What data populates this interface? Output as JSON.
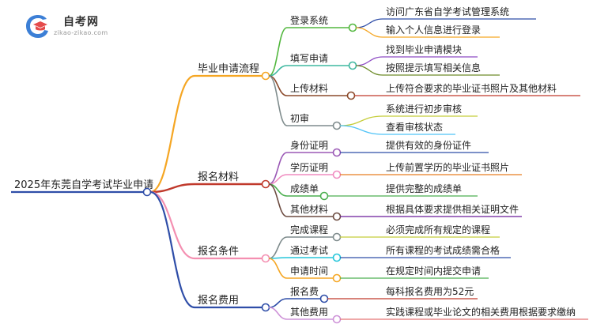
{
  "logo": {
    "title": "自考网",
    "url": "zikao-zikao.com"
  },
  "mindmap": {
    "root": "2025年东莞自学考试毕业申请",
    "branches": [
      {
        "label": "毕业申请流程",
        "color": "#F5A623",
        "children": [
          {
            "label": "登录系统",
            "color": "#52B73E",
            "leaves": [
              {
                "label": "访问广东省自学考试管理系统",
                "color": "#2F4EA8"
              },
              {
                "label": "输入个人信息进行登录",
                "color": "#F5A623"
              }
            ]
          },
          {
            "label": "填写申请",
            "color": "#3FB8A0",
            "leaves": [
              {
                "label": "找到毕业申请模块",
                "color": "#8E4CC4"
              },
              {
                "label": "按照提示填写相关信息",
                "color": "#6E8C2A"
              }
            ]
          },
          {
            "label": "上传材料",
            "color": "#8B4A2B",
            "leaves": [
              {
                "label": "上传符合要求的毕业证书照片及其他材料",
                "color": "#C0392B"
              }
            ]
          },
          {
            "label": "初审",
            "color": "#7F8C8D",
            "leaves": [
              {
                "label": "系统进行初步审核",
                "color": "#C5CD3A"
              },
              {
                "label": "查看审核状态",
                "color": "#4FC3F7"
              }
            ]
          }
        ]
      },
      {
        "label": "报名材料",
        "color": "#C0392B",
        "children": [
          {
            "label": "身份证明",
            "color": "#9B59B6",
            "leaves": [
              {
                "label": "提供有效的身份证件",
                "color": "#2F4EA8"
              }
            ]
          },
          {
            "label": "学历证明",
            "color": "#F08CC0",
            "leaves": [
              {
                "label": "上传前置学历的毕业证书照片",
                "color": "#E67E22"
              }
            ]
          },
          {
            "label": "成绩单",
            "color": "#4CAF50",
            "leaves": [
              {
                "label": "提供完整的成绩单",
                "color": "#4CAF50"
              }
            ]
          },
          {
            "label": "其他材料",
            "color": "#6D4C41",
            "leaves": [
              {
                "label": "根据具体要求提供相关证明文件",
                "color": "#6A1B9A"
              }
            ]
          }
        ]
      },
      {
        "label": "报名条件",
        "color": "#F48FB1",
        "children": [
          {
            "label": "完成课程",
            "color": "#7F8C8D",
            "leaves": [
              {
                "label": "必须完成所有规定的课程",
                "color": "#C5CD3A"
              }
            ]
          },
          {
            "label": "通过考试",
            "color": "#26C6DA",
            "leaves": [
              {
                "label": "所有课程的考试成绩需合格",
                "color": "#2F4EA8"
              }
            ]
          },
          {
            "label": "申请时间",
            "color": "#F5A623",
            "leaves": [
              {
                "label": "在规定时间内提交申请",
                "color": "#4CAF50"
              }
            ]
          }
        ]
      },
      {
        "label": "报名费用",
        "color": "#2F4EA8",
        "children": [
          {
            "label": "报名费",
            "color": "#2F4EA8",
            "leaves": [
              {
                "label": "每科报名费用为52元",
                "color": "#C0392B"
              }
            ]
          },
          {
            "label": "其他费用",
            "color": "#CE93D8",
            "leaves": [
              {
                "label": "实践课程或毕业论文的相关费用根据要求缴纳",
                "color": "#E57373"
              }
            ]
          }
        ]
      }
    ]
  }
}
